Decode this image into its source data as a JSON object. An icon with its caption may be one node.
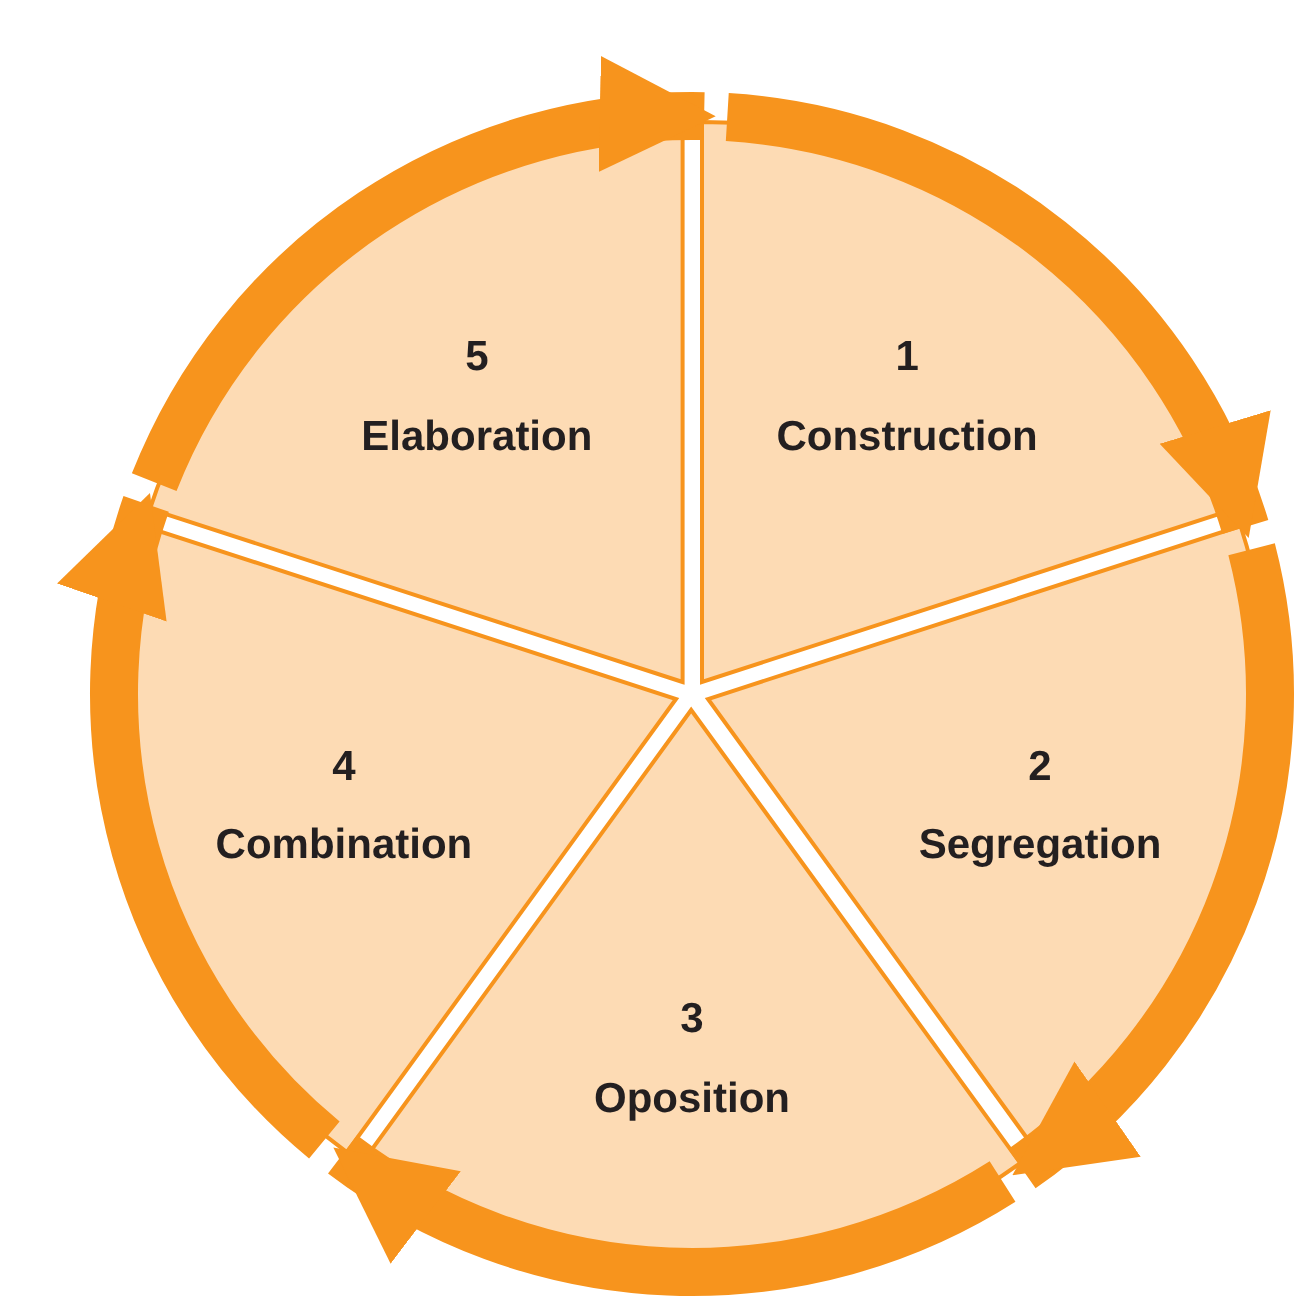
{
  "diagram": {
    "nodes": [
      {
        "text": [
          "1",
          "Construction"
        ]
      },
      {
        "text": [
          "2",
          "Segregation"
        ]
      },
      {
        "text": [
          "3",
          "Oposition"
        ]
      },
      {
        "text": [
          "4",
          "Combination"
        ]
      },
      {
        "text": [
          "5",
          "Elaboration"
        ]
      }
    ],
    "edges": [
      {
        "from": 0,
        "to": 1,
        "arrow": "to"
      },
      {
        "from": 1,
        "to": 2,
        "arrow": "to"
      },
      {
        "from": 2,
        "to": 3,
        "arrow": "to"
      },
      {
        "from": 3,
        "to": 4,
        "arrow": "to"
      },
      {
        "from": 4,
        "to": 0,
        "arrow": "to"
      }
    ]
  }
}
